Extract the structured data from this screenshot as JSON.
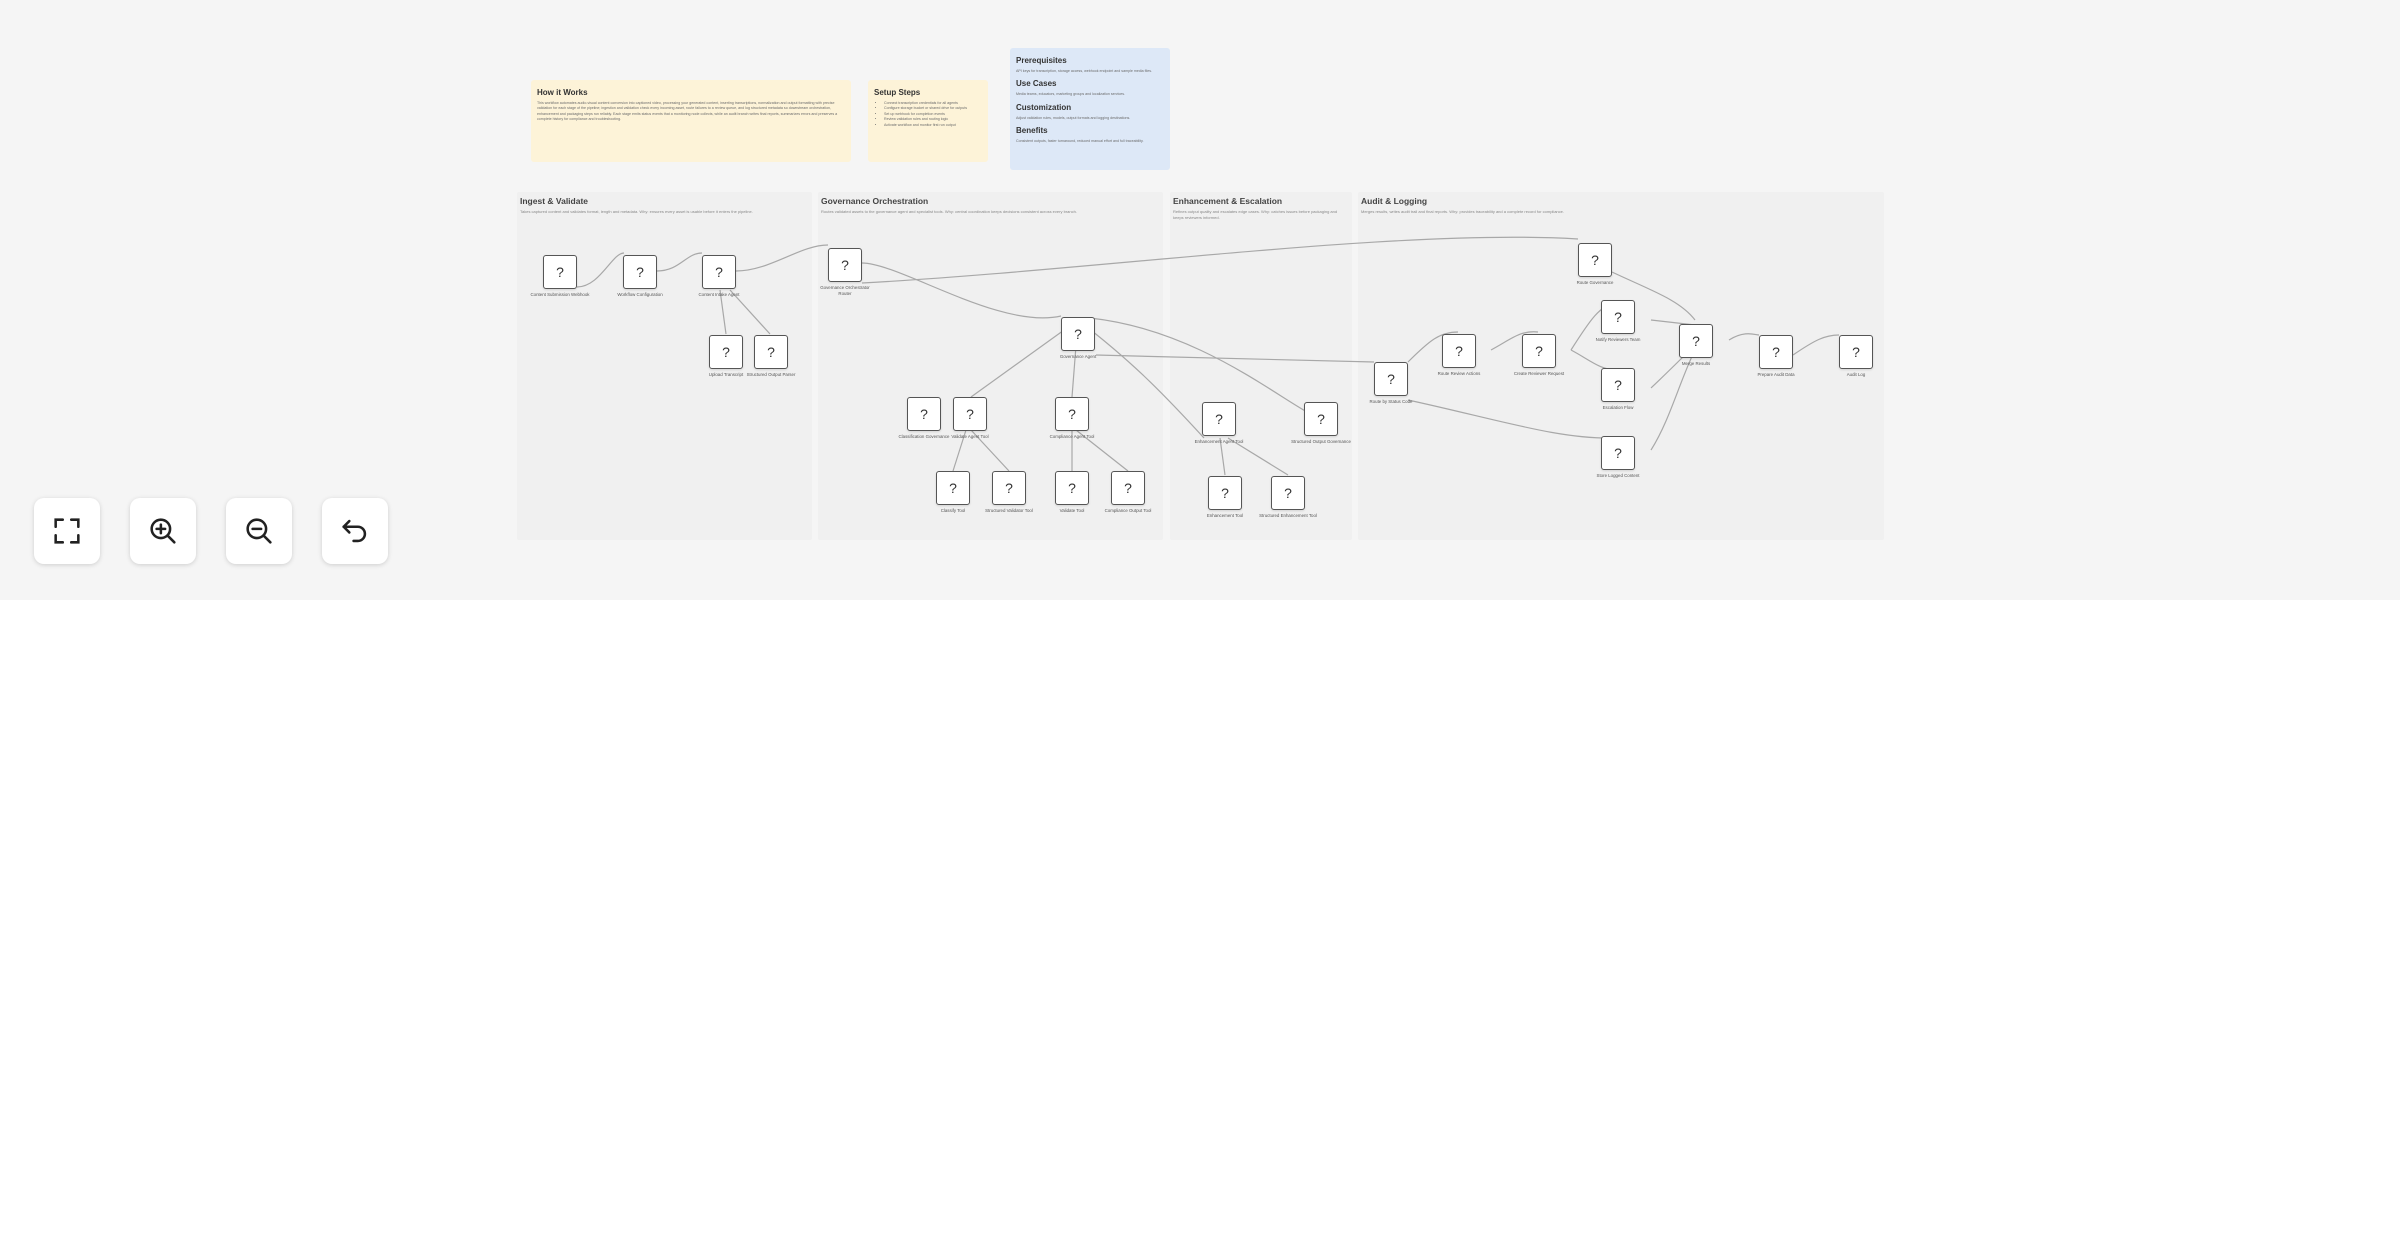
{
  "notes": {
    "how_it_works": {
      "title": "How it Works",
      "text": "This workflow automates audio-visual content conversion into captioned video, processing your generated content, inserting transcriptions, normalization and output formatting with precise validation for each stage of the pipeline; ingestion and validation check every incoming asset, route failures to a review queue, and log structured metadata so downstream orchestration, enhancement and packaging steps run reliably. Each stage emits status events that a monitoring node collects, while an audit branch writes final reports, summarizes errors and preserves a complete history for compliance and troubleshooting."
    },
    "setup_steps": {
      "title": "Setup Steps",
      "items": [
        "Connect transcription credentials for all agents",
        "Configure storage bucket or shared drive for outputs",
        "Set up webhook for completion events",
        "Review validation rules and routing logic",
        "Activate workflow and monitor first run output"
      ]
    },
    "info": {
      "sections": [
        {
          "title": "Prerequisites",
          "text": "API keys for transcription, storage access, webhook endpoint and sample media files."
        },
        {
          "title": "Use Cases",
          "text": "Media teams, educators, marketing groups and localization services."
        },
        {
          "title": "Customization",
          "text": "Adjust validation rules, models, output formats and logging destinations."
        },
        {
          "title": "Benefits",
          "text": "Consistent outputs, faster turnaround, reduced manual effort and full traceability."
        }
      ]
    }
  },
  "groups": [
    {
      "title": "Ingest & Validate",
      "desc": "Takes captured content and validates format, length and metadata. Why: ensures every asset is usable before it enters the pipeline."
    },
    {
      "title": "Governance Orchestration",
      "desc": "Routes validated assets to the governance agent and specialist tools. Why: central coordination keeps decisions consistent across every branch."
    },
    {
      "title": "Enhancement & Escalation",
      "desc": "Refines output quality and escalates edge cases. Why: catches issues before packaging and keeps reviewers informed."
    },
    {
      "title": "Audit & Logging",
      "desc": "Merges results, writes audit trail and final reports. Why: provides traceability and a complete record for compliance."
    }
  ],
  "nodes": [
    {
      "icon": "?",
      "label": "Content Submission Webhook"
    },
    {
      "icon": "?",
      "label": "Workflow Configuration"
    },
    {
      "icon": "?",
      "label": "Content Intake Agent"
    },
    {
      "icon": "?",
      "label": "Upload Transcript"
    },
    {
      "icon": "?",
      "label": "Structured Output Parser"
    },
    {
      "icon": "?",
      "label": "Governance Orchestrator Router"
    },
    {
      "icon": "?",
      "label": "Governance Agent"
    },
    {
      "icon": "?",
      "label": "Classification Governance"
    },
    {
      "icon": "?",
      "label": "Validate Agent Tool"
    },
    {
      "icon": "?",
      "label": "Compliance Agent Tool"
    },
    {
      "icon": "?",
      "label": "Enhancement Agent Tool"
    },
    {
      "icon": "?",
      "label": "Structured Output Governance"
    },
    {
      "icon": "?",
      "label": "Classify Tool"
    },
    {
      "icon": "?",
      "label": "Structured Validator Tool"
    },
    {
      "icon": "?",
      "label": "Validate Tool"
    },
    {
      "icon": "?",
      "label": "Compliance Output Tool"
    },
    {
      "icon": "?",
      "label": "Enhancement Tool"
    },
    {
      "icon": "?",
      "label": "Structured Enhancement Tool"
    },
    {
      "icon": "?",
      "label": "Route Governance"
    },
    {
      "icon": "?",
      "label": "Route by Status Code"
    },
    {
      "icon": "?",
      "label": "Route Review Actions"
    },
    {
      "icon": "?",
      "label": "Create Reviewer Request"
    },
    {
      "icon": "?",
      "label": "Notify Reviewers Team"
    },
    {
      "icon": "?",
      "label": "Escalation Flow"
    },
    {
      "icon": "?",
      "label": "Store Logged Content"
    },
    {
      "icon": "?",
      "label": "Merge Results"
    },
    {
      "icon": "?",
      "label": "Prepare Audit Data"
    },
    {
      "icon": "?",
      "label": "Audit Log"
    }
  ],
  "controls": {
    "fit_view": "fit-view",
    "zoom_in": "zoom-in",
    "zoom_out": "zoom-out",
    "undo": "undo"
  }
}
